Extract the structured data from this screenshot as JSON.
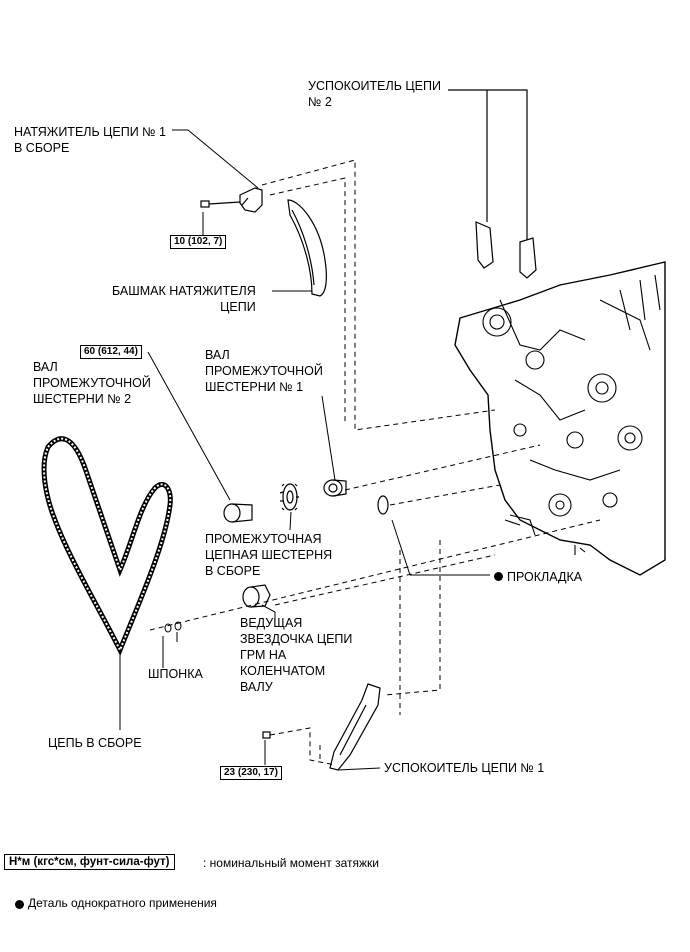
{
  "labels": {
    "tensioner_assy": "НАТЯЖИТЕЛЬ ЦЕПИ № 1\nВ СБОРЕ",
    "damper_2": "УСПОКОИТЕЛЬ ЦЕПИ\n№ 2",
    "slipper": "БАШМАК НАТЯЖИТЕЛЯ\nЦЕПИ",
    "idle_shaft_2": "ВАЛ\nПРОМЕЖУТОЧНОЙ\nШЕСТЕРНИ № 2",
    "idle_shaft_1": "ВАЛ\nПРОМЕЖУТОЧНОЙ\nШЕСТЕРНИ № 1",
    "idle_gear": "ПРОМЕЖУТОЧНАЯ\nЦЕПНАЯ ШЕСТЕРНЯ\nВ СБОРЕ",
    "gasket": "ПРОКЛАДКА",
    "crank_sprocket": "ВЕДУЩАЯ\nЗВЕЗДОЧКА ЦЕПИ\nГРМ НА\nКОЛЕНЧАТОМ\nВАЛУ",
    "key": "ШПОНКА",
    "chain": "ЦЕПЬ В СБОРЕ",
    "damper_1": "УСПОКОИТЕЛЬ ЦЕПИ № 1"
  },
  "torques": {
    "t1": "10 (102, 7)",
    "t2": "60 (612, 44)",
    "t3": "23 (230, 17)"
  },
  "legend": {
    "unit_box": "Н*м (кгс*см, фунт-сила-фут)",
    "unit_desc": ": номинальный момент затяжки",
    "non_reusable": "Деталь однократного применения"
  }
}
